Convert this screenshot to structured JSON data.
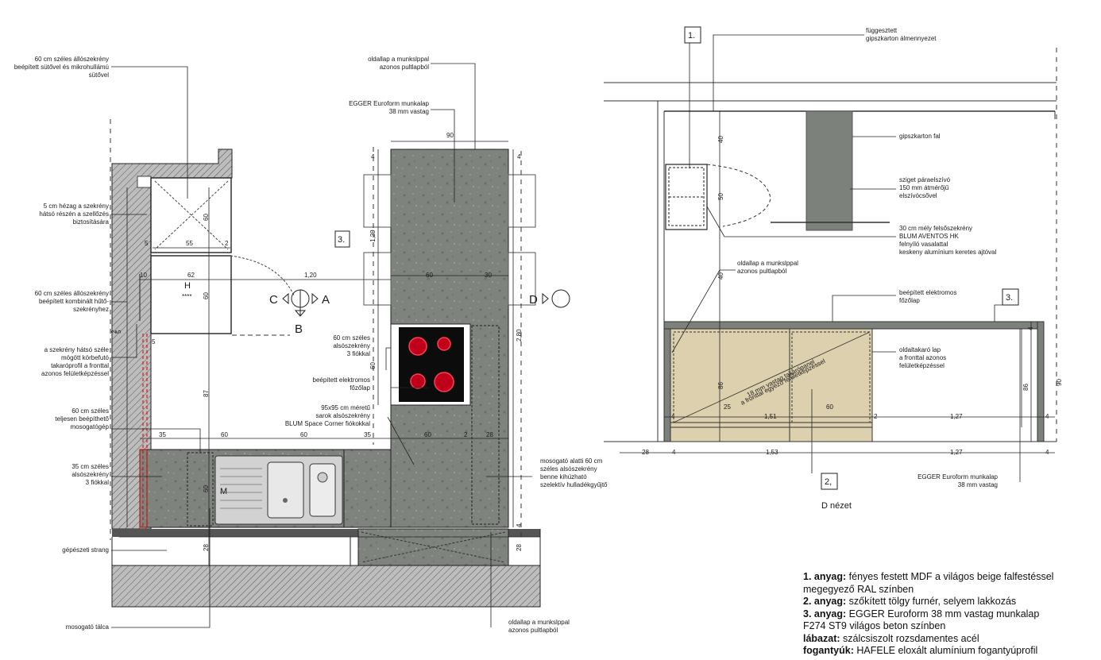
{
  "plan": {
    "annotations": {
      "oven_cabinet": [
        "60 cm széles állószekrény",
        "beépített sütővel és mikrohullámú",
        "sütővel"
      ],
      "gap": [
        "5 cm hézag a szekrény",
        "hátsó részén a szellőzés",
        "biztosítására"
      ],
      "fridge_cabinet": [
        "60 cm széles állószekrény",
        "beépített kombinált hűtő-",
        "szekrényhez"
      ],
      "back_edge": [
        "a szekrény hátsó széle",
        "mögött körbefutó",
        "takaróprofil a fronttal",
        "azonos felületképzéssel"
      ],
      "dishwasher": [
        "60 cm széles",
        "teljesen beépíthető",
        "mosogatógép"
      ],
      "drawers35": [
        "35 cm széles",
        "alsószekrény",
        "3 fiókkal"
      ],
      "strang": "gépészeti strang",
      "sink_tray": "mosogató tálca",
      "side_panel_top": [
        "oldallap a munkslppal",
        "azonos pultlapból"
      ],
      "egger_top": [
        "EGGER Euroform munkalap",
        "38 mm vastag"
      ],
      "drawers60": [
        "60 cm széles",
        "alsószekrény",
        "3 fiókkal"
      ],
      "hob": [
        "beépített elektromos",
        "főzőlap"
      ],
      "corner": [
        "95x95 cm méretű",
        "sarok alsószekrény",
        "BLUM Space Corner fiókokkal"
      ],
      "under_sink": [
        "mosogató alatti 60 cm",
        "széles alsószekrény",
        "benne kihúzható",
        "szelektív hulladékgyűjtő"
      ],
      "side_panel_bottom": [
        "oldallap a munkslppal",
        "azonos pultlapból"
      ]
    },
    "dims": {
      "d90": "90",
      "d4a": "4",
      "d4b": "4",
      "d129": "1,29",
      "d60a": "60",
      "d30": "30",
      "d280": "2,80",
      "d60b": "60",
      "d120": "1,20",
      "d62": "62",
      "d10": "10",
      "d60c": "60",
      "d60d": "60",
      "d55": "55",
      "d5a": "5",
      "d2a": "2",
      "d87": "87",
      "d5b": "5",
      "d2b": "2",
      "d5c": "5",
      "d35a": "35",
      "d60e": "60",
      "d60f": "60",
      "d35b": "35",
      "d60g": "60",
      "d2c": "2",
      "d28a": "28",
      "d60h": "60",
      "d28b": "28",
      "d4c": "4",
      "d28c": "28"
    },
    "labels": {
      "m3": "3.",
      "H": "H",
      "stars": "****",
      "C": "C",
      "A": "A",
      "B": "B",
      "D": "D",
      "M": "M"
    }
  },
  "elevation": {
    "annotations": {
      "ceiling": [
        "függesztett",
        "gipszkarton álmennyezet"
      ],
      "wall": "gipszkarton fal",
      "hood": [
        "sziget páraelszívó",
        "150 mm átmérőjű",
        "elszívócsővel"
      ],
      "upper_cab": [
        "30 cm mély felsőszekrény",
        "BLUM AVENTOS HK",
        "felnyíló vasalattal",
        "keskeny alumínium keretes ajtóval"
      ],
      "side_panel": [
        "oldallap a munkslppal",
        "azonos pultlapból"
      ],
      "hob": [
        "beépített elektromos",
        "főzőlap"
      ],
      "side_cover": [
        "oldaltakaró lap",
        "a fronttal azonos",
        "felületképzéssel"
      ],
      "egger_top": [
        "EGGER Euroform munkalap",
        "38 mm vastag"
      ],
      "diag1": "18 mm vastag takarópanel",
      "diag2": "a fronttal egyező felületképzéssel"
    },
    "dims": {
      "d40a": "40",
      "d50": "50",
      "d40b": "40",
      "d86a": "86",
      "d25": "25",
      "d60": "60",
      "d4a": "4",
      "d151": "1,51",
      "d2": "2",
      "d127a": "1,27",
      "d4b": "4",
      "d4c": "4",
      "d86b": "86",
      "d90": "90",
      "d28": "28",
      "d4d": "4",
      "d153": "1,53",
      "d127b": "1,27",
      "d4e": "4"
    },
    "labels": {
      "m1": "1.",
      "m2": "2,",
      "m3": "3.",
      "view": "D nézet"
    }
  },
  "legend": [
    {
      "key": "1. anyag:",
      "text": " fényes festett MDF a világos beige falfestéssel"
    },
    {
      "key": "",
      "text": "megegyező RAL színben"
    },
    {
      "key": "2. anyag:",
      "text": " szőkített tölgy furnér, selyem lakkozás"
    },
    {
      "key": "3. anyag:",
      "text": " EGGER Euroform 38 mm vastag munkalap"
    },
    {
      "key": "",
      "text": "F274 ST9 világos beton színben"
    },
    {
      "key": "lábazat:",
      "text": " szálcsiszolt rozsdamentes acél"
    },
    {
      "key": "fogantyúk:",
      "text": " HAFELE  eloxált alumínium fogantyúprofil"
    }
  ],
  "colors": {
    "concrete": "#7d817c",
    "wood": "#ddd0ae",
    "hob": "#0c0c0c",
    "hob_ring": "#d7001e"
  }
}
